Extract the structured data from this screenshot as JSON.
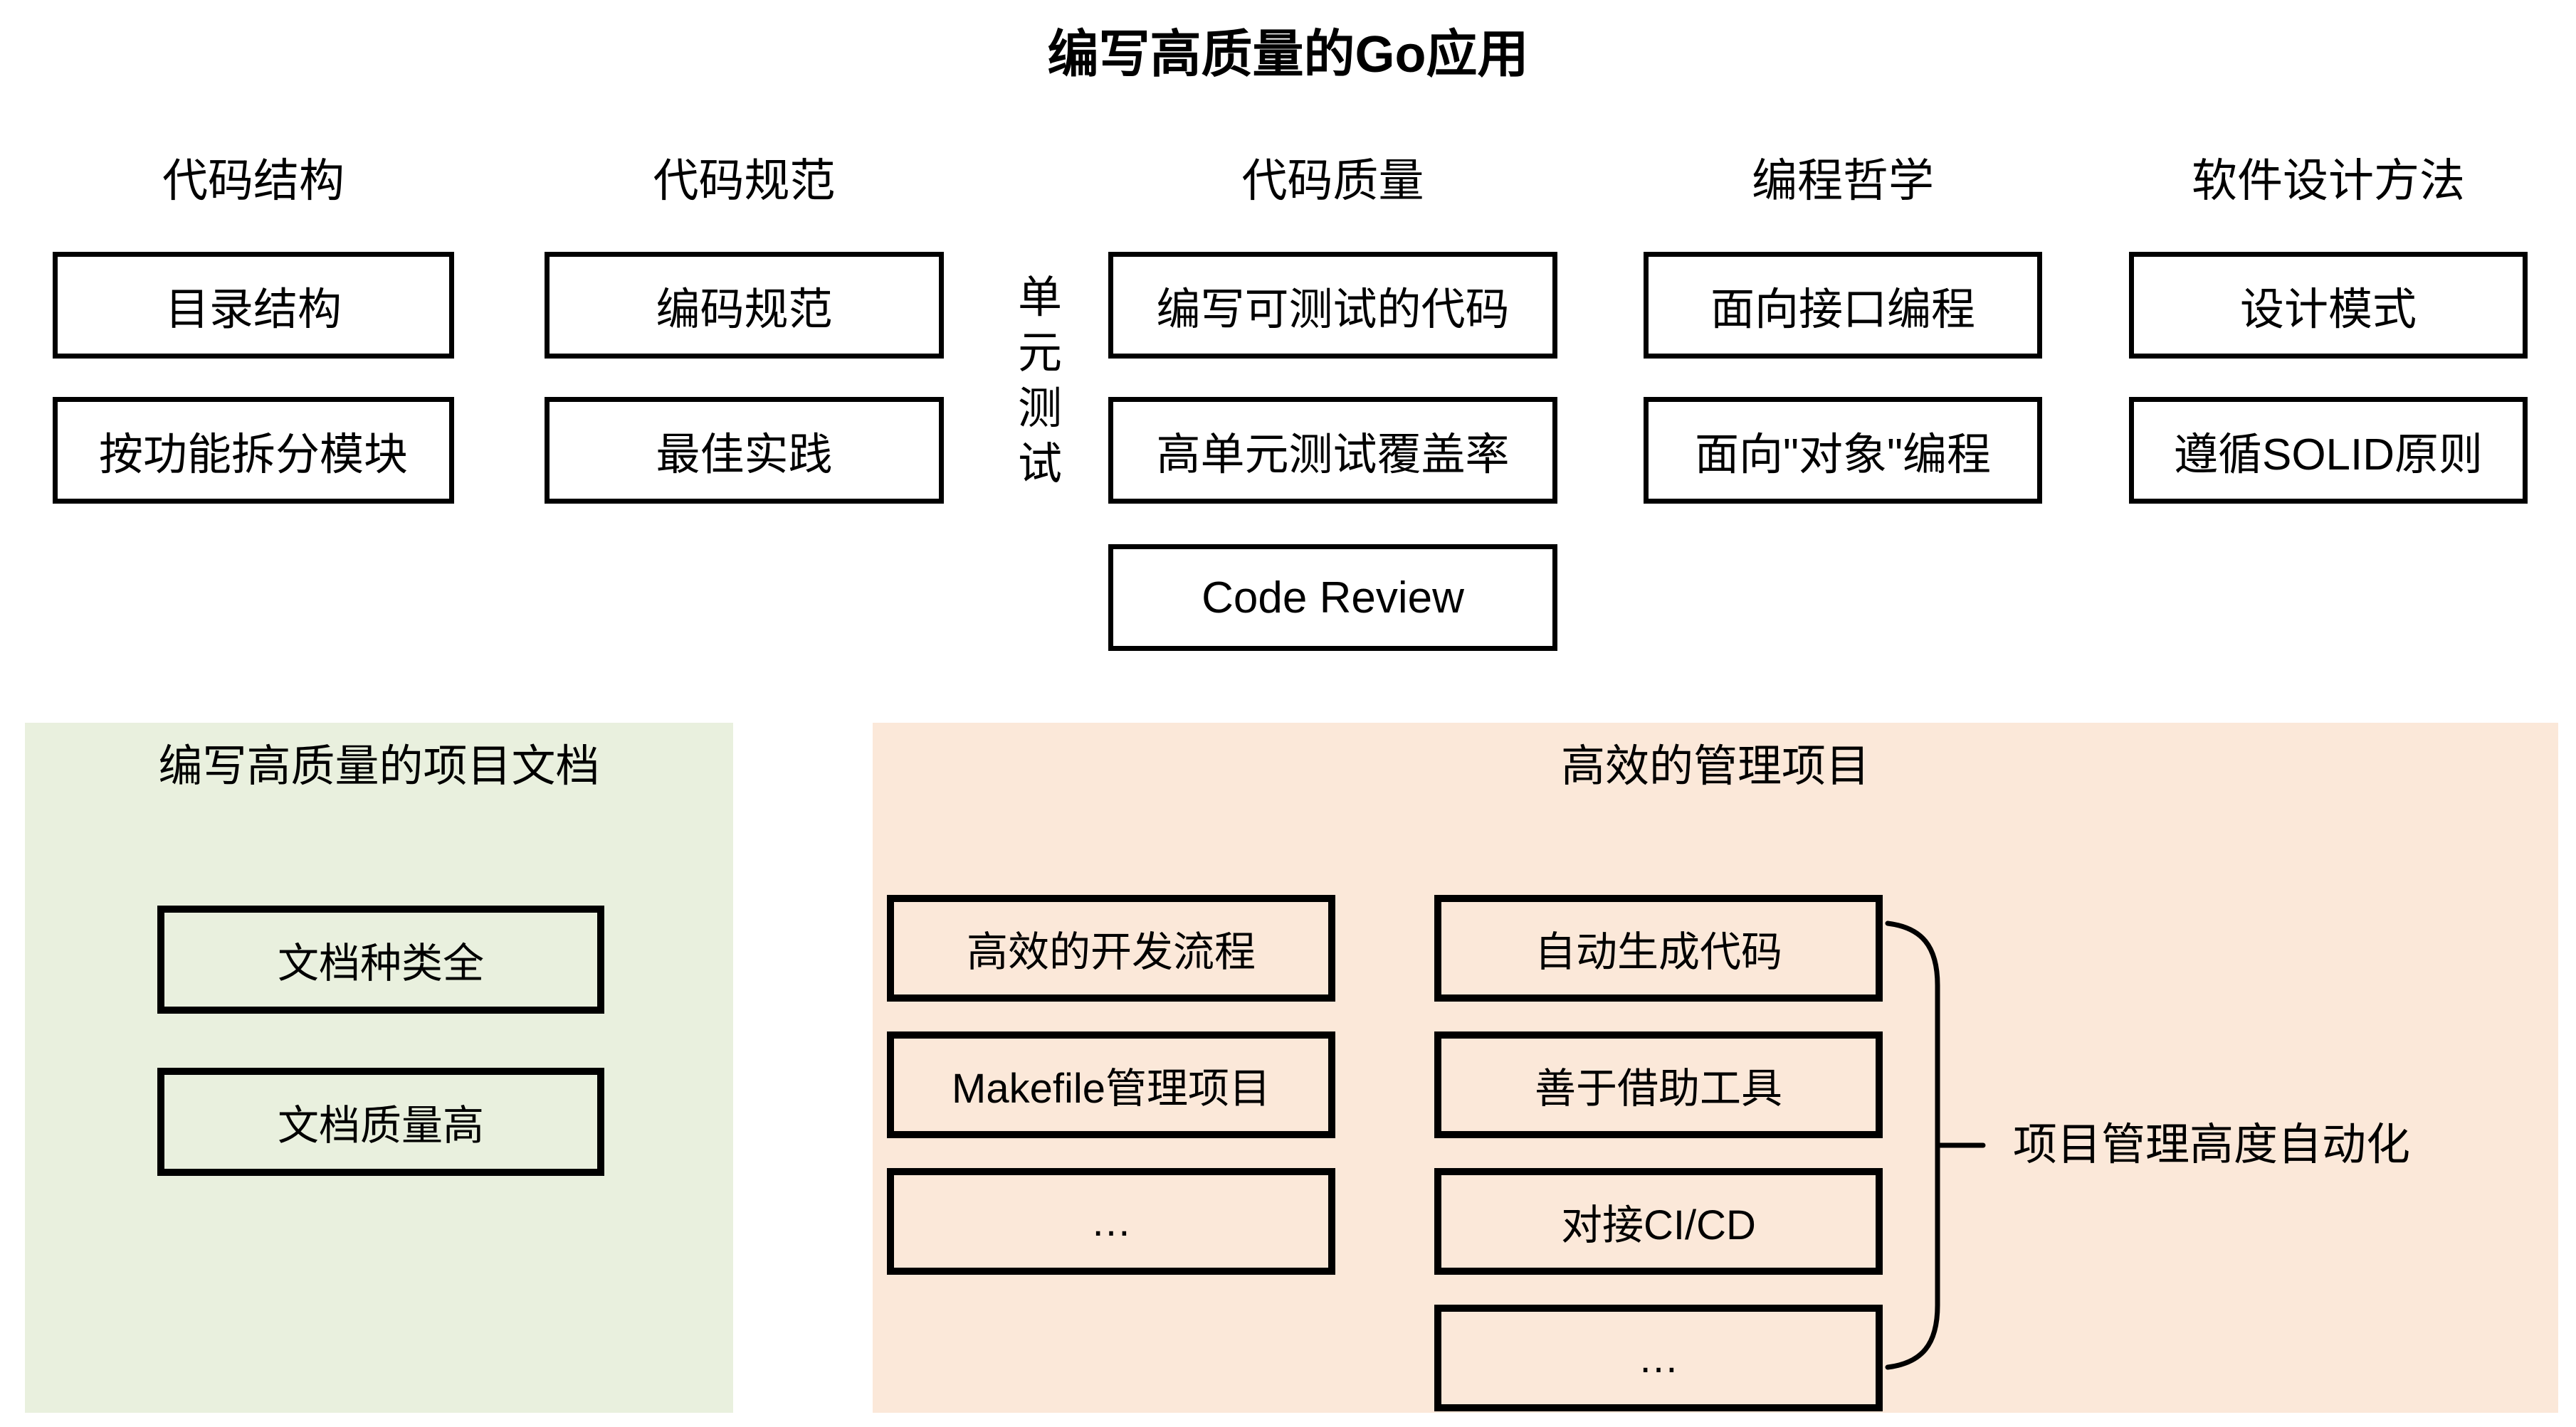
{
  "title": "编写高质量的Go应用",
  "colors": {
    "background": "#ffffff",
    "doc_panel_bg": "#e9f0de",
    "manage_panel_bg": "#fbe8d9",
    "line": "#000000"
  },
  "top_section": {
    "columns": [
      {
        "header": "代码结构",
        "boxes": [
          "目录结构",
          "按功能拆分模块"
        ]
      },
      {
        "header": "代码规范",
        "boxes": [
          "编码规范",
          "最佳实践"
        ]
      },
      {
        "header": "代码质量",
        "side_label": "单元测试",
        "boxes": [
          "编写可测试的代码",
          "高单元测试覆盖率",
          "Code Review"
        ]
      },
      {
        "header": "编程哲学",
        "boxes": [
          "面向接口编程",
          "面向\"对象\"编程"
        ]
      },
      {
        "header": "软件设计方法",
        "boxes": [
          "设计模式",
          "遵循SOLID原则"
        ]
      }
    ]
  },
  "doc_panel": {
    "title": "编写高质量的项目文档",
    "boxes": [
      "文档种类全",
      "文档质量高"
    ]
  },
  "manage_panel": {
    "title": "高效的管理项目",
    "left_boxes": [
      "高效的开发流程",
      "Makefile管理项目",
      "…"
    ],
    "right_boxes": [
      "自动生成代码",
      "善于借助工具",
      "对接CI/CD",
      "…"
    ],
    "brace_label": "项目管理高度自动化"
  }
}
